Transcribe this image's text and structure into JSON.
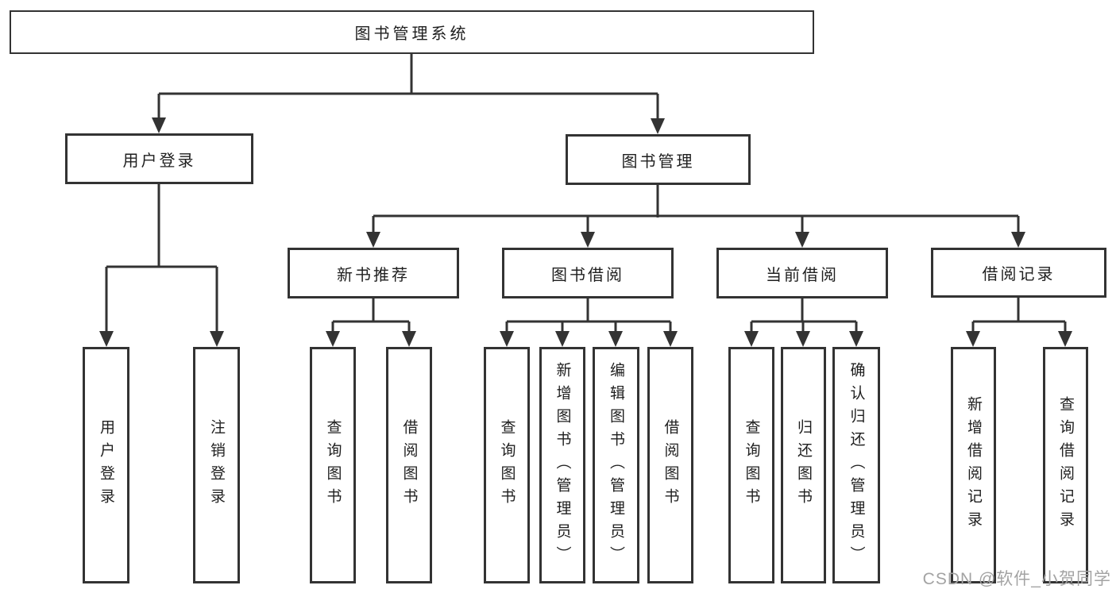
{
  "diagram": {
    "root": {
      "label": "图书管理系统"
    },
    "level1": [
      {
        "label": "用户登录",
        "children": [
          "用户登录",
          "注销登录"
        ]
      },
      {
        "label": "图书管理",
        "sections": [
          {
            "label": "新书推荐",
            "children": [
              "查询图书",
              "借阅图书"
            ]
          },
          {
            "label": "图书借阅",
            "children": [
              "查询图书",
              "新增图书（管理员）",
              "编辑图书（管理员）",
              "借阅图书"
            ]
          },
          {
            "label": "当前借阅",
            "children": [
              "查询图书",
              "归还图书",
              "确认归还（管理员）"
            ]
          },
          {
            "label": "借阅记录",
            "children": [
              "新增借阅记录",
              "查询借阅记录"
            ]
          }
        ]
      }
    ]
  },
  "watermark": {
    "text": "CSDN @软件_小贺同学"
  },
  "colors": {
    "background": "#ffffff",
    "box_fill": "#ffffff",
    "box_border": "#333333",
    "line": "#333333",
    "text": "#1f1f1f",
    "watermark": "#a3a3a3"
  }
}
